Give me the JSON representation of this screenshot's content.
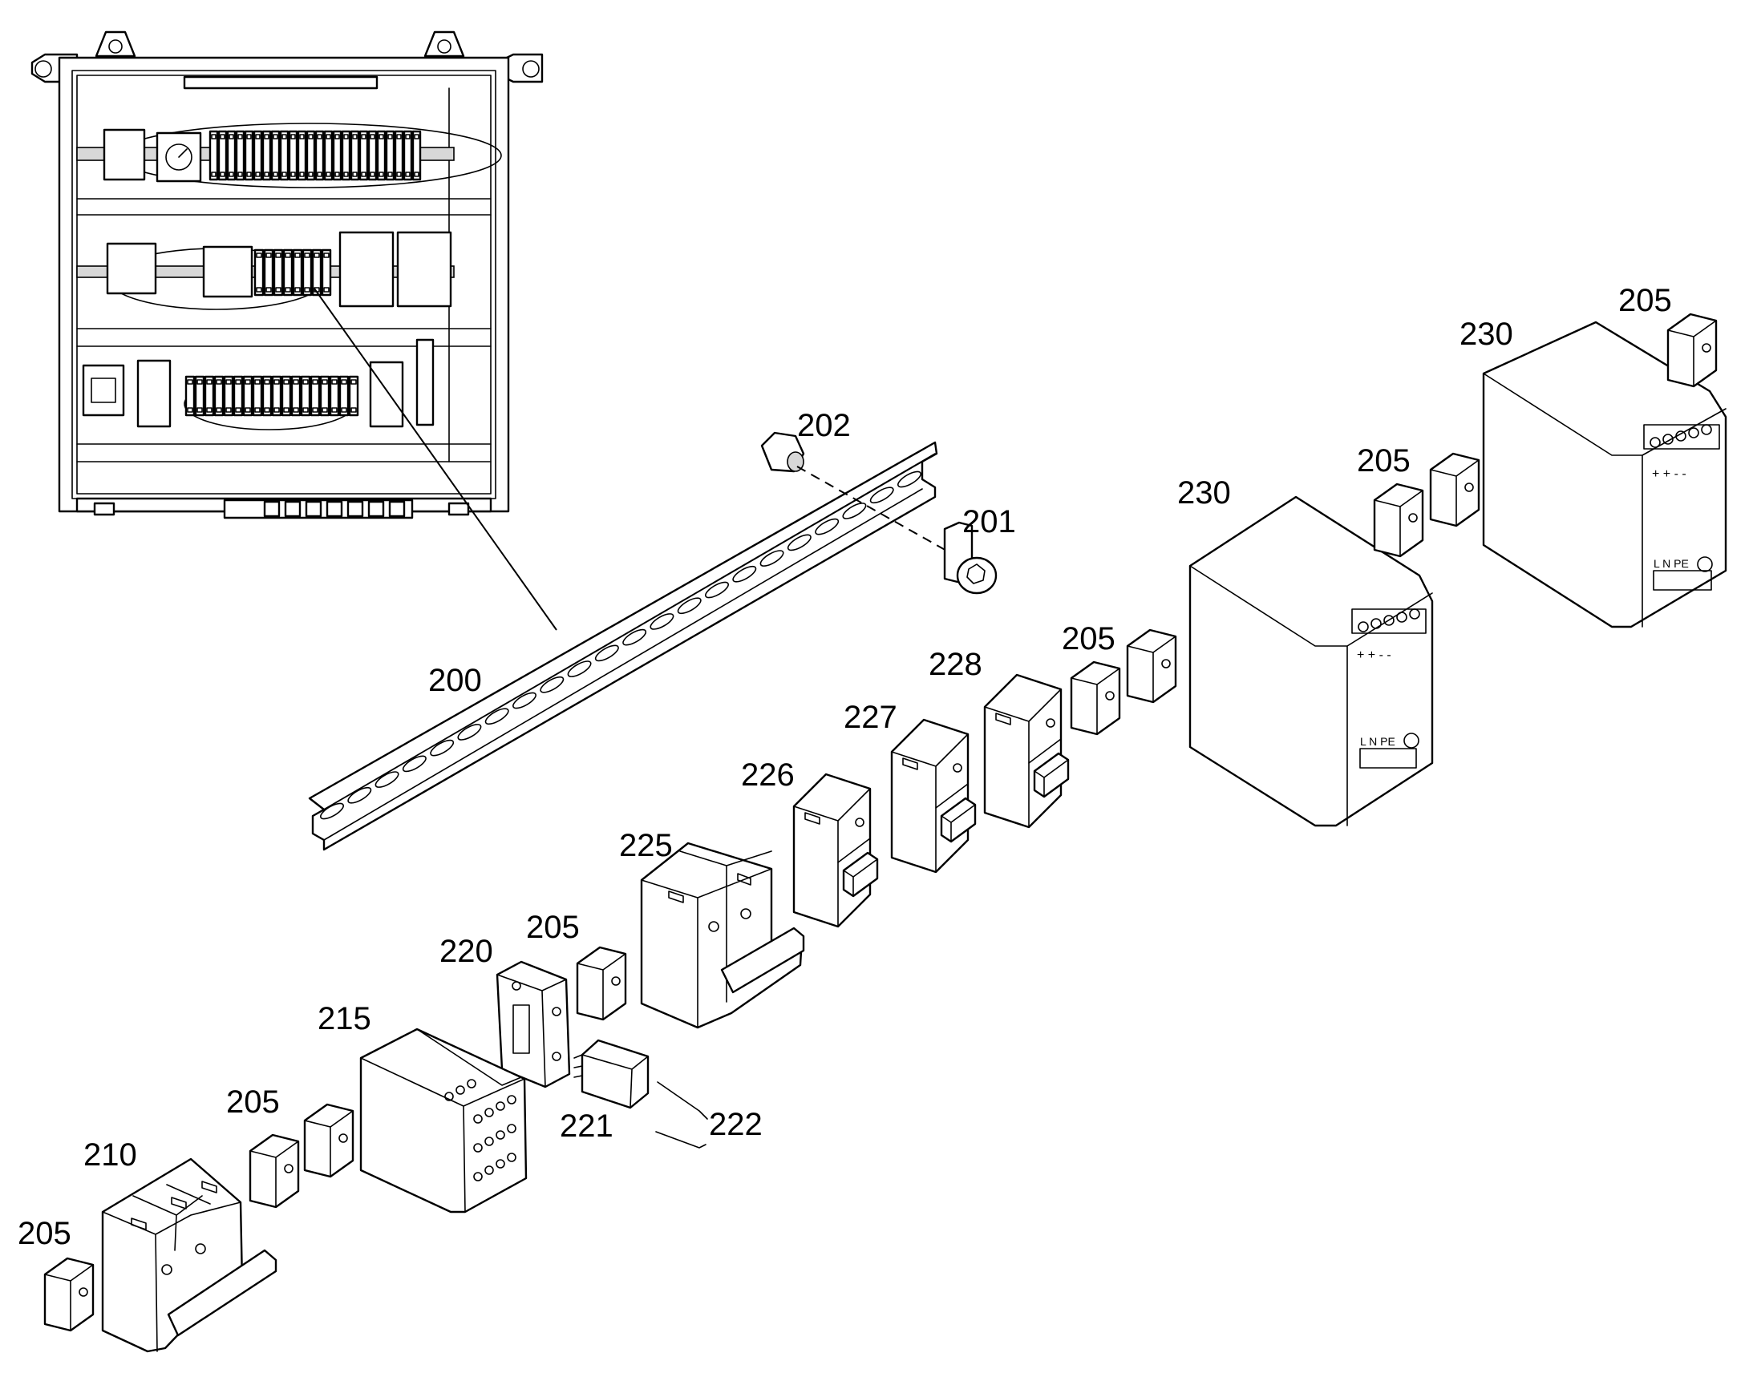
{
  "diagram": {
    "title": "",
    "callouts": {
      "c200": "200",
      "c201": "201",
      "c202": "202",
      "c205": "205",
      "c210": "210",
      "c215": "215",
      "c220": "220",
      "c221": "221",
      "c222": "222",
      "c225": "225",
      "c226": "226",
      "c227": "227",
      "c228": "228",
      "c230": "230"
    },
    "psu_marks": {
      "dc_terminals": "+ + - - ",
      "ac_terminals": "L N PE"
    }
  }
}
